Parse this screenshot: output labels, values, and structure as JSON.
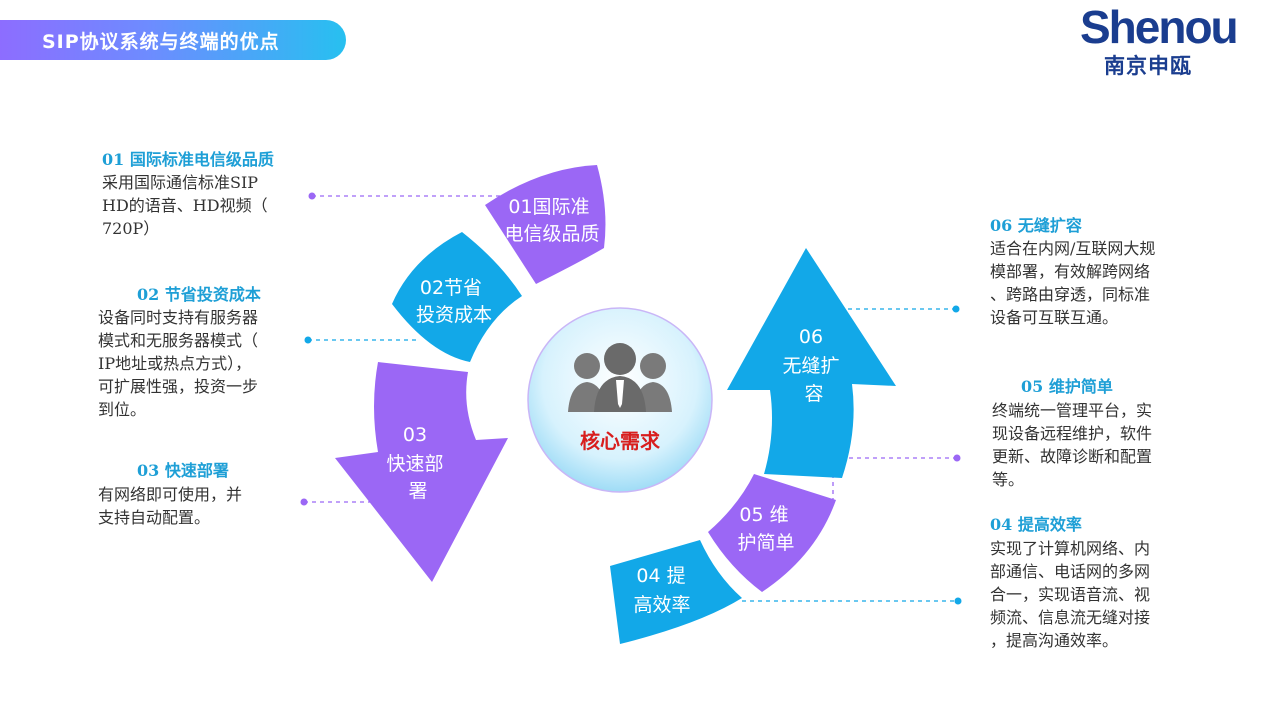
{
  "header": {
    "title": "SIP协议系统与终端的优点"
  },
  "logo": {
    "name": "Shenou",
    "cn": "南京申瓯"
  },
  "core": {
    "label": "核心需求",
    "icon": "people-group-icon"
  },
  "colors": {
    "purple": "#9b67f5",
    "blue": "#12a8e8",
    "title_blue": "#1e9fd6",
    "core_red": "#d81e1e"
  },
  "segments": [
    {
      "id": "01",
      "lines": [
        "01国际准",
        "电信级品质"
      ]
    },
    {
      "id": "02",
      "lines": [
        "02节省",
        "投资成本"
      ]
    },
    {
      "id": "03",
      "lines": [
        "03",
        "快速部",
        "署"
      ]
    },
    {
      "id": "04",
      "lines": [
        "04 提",
        "高效率"
      ]
    },
    {
      "id": "05",
      "lines": [
        "05 维",
        "护简单"
      ]
    },
    {
      "id": "06",
      "lines": [
        "06",
        "无缝扩",
        "容"
      ]
    }
  ],
  "features": [
    {
      "title": "01 国际标准电信级品质",
      "desc": "采用国际通信标准SIP\nHD的语音、HD视频（\n720P）"
    },
    {
      "title": "02 节省投资成本",
      "desc": "设备同时支持有服务器\n模式和无服务器模式（\nIP地址或热点方式），\n可扩展性强，投资一步\n到位。"
    },
    {
      "title": "03 快速部署",
      "desc": "有网络即可使用，并\n支持自动配置。"
    },
    {
      "title": "06 无缝扩容",
      "desc": "适合在内网/互联网大规\n模部署，有效解跨网络\n、跨路由穿透，同标准\n设备可互联互通。"
    },
    {
      "title": "05 维护简单",
      "desc": "终端统一管理平台，实\n现设备远程维护，软件\n更新、故障诊断和配置\n等。"
    },
    {
      "title": "04 提高效率",
      "desc": "实现了计算机网络、内\n部通信、电话网的多网\n合一，实现语音流、视\n频流、信息流无缝对接\n，提高沟通效率。"
    }
  ]
}
